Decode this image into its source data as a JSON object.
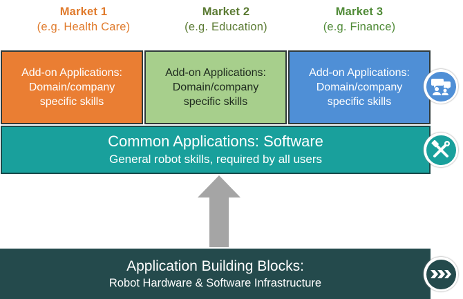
{
  "markets": [
    {
      "name": "Market 1",
      "example": "(e.g. Health Care)",
      "color": "#e07a2b"
    },
    {
      "name": "Market 2",
      "example": "(e.g. Education)",
      "color": "#5a7a32"
    },
    {
      "name": "Market 3",
      "example": "(e.g. Finance)",
      "color": "#4f8a36"
    }
  ],
  "addons": [
    {
      "title": "Add-on Applications:",
      "line2": "Domain/company",
      "line3": "specific skills",
      "color": "#ea7e33"
    },
    {
      "title": "Add-on Applications:",
      "line2": "Domain/company",
      "line3": "specific skills",
      "color": "#a7cf8c"
    },
    {
      "title": "Add-on Applications:",
      "line2": "Domain/company",
      "line3": "specific skills",
      "color": "#4f8fd6"
    }
  ],
  "common": {
    "title": "Common Applications: Software",
    "subtitle": "General robot skills, required by all users",
    "color": "#19a09c"
  },
  "building_blocks": {
    "title": "Application Building Blocks:",
    "subtitle": "Robot Hardware & Software Infrastructure",
    "color": "#244a4c"
  },
  "icons": {
    "addons_badge": "users-chat-icon",
    "common_badge": "tools-icon",
    "blocks_badge": "forward-arrows-icon"
  }
}
